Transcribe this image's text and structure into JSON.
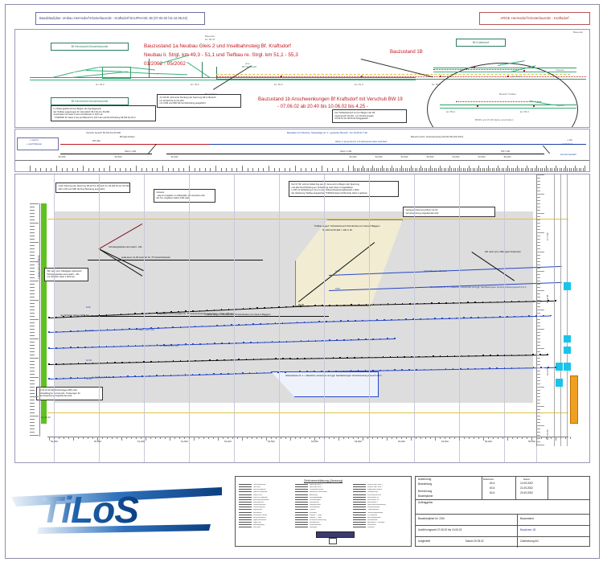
{
  "sheet": {
    "header_title": "Bauablaufplan: Umbau Hermsdorf-Klosterlausnitz - Kraftsdorf BAUPHASE 1B (07.06.02 bis 10.06.02)",
    "arge_label": "ARGE Hermsdorf-Klosterlausnitz - Kraftsdorf"
  },
  "schematic": {
    "title_1a_line1": "Bauzustand 1a    Neubau Gleis 2 und Inselbahnsteig Bf. Kraftsdorf",
    "title_1a_line2": "Neubau li. Strgl. km 49,3 - 51,1 und Tiefbau re. Strgl. km 51,1 - 55,3",
    "title_1a_line3": "01/2002 - 05/2002",
    "title_1b_line1": "Bauzustand 1b   Anschwenkungen Bf Kraftsdorf mit Verschub BW 19",
    "title_1b_line2": "- 07.06.02 ab 20.40 bis 10.06.02 bis 4.25 -",
    "station_top": "Bf Hermsdorf-Klosterlausnitz",
    "station_bottom": "Bf Hermsdorf-Klosterlausnitz",
    "bauanfang_label": "Bauanfang",
    "bauanfang_km": "km 49,324",
    "ellipse_label": "Bauzustand 1B",
    "ellipse_station": "Bf Kraftsdorf",
    "ellipse_toeppeln_1": "Töppeln",
    "ellipse_toeppeln_2": "Töppeln",
    "ellipse_bauende": "Bauende",
    "ellipse_bauende_km": "km 55,31",
    "oberleitung_note_1": "prov.",
    "oberleitung_note_2": "Bk Oberleitstf",
    "note_left": [
      "Im Wirkungsfeld wird es Beginn der Sgl abgesetzt",
      "der Tiefbau-Lagerungen für Hermsdorf 49,3 bis km 49,290;",
      "Anschnitten für Gleis Cross und Bereich Li 1971 ab",
      "- TOM/SSP für Gleis 2 bau und Bereich Li 1971 ab und Durchbindung 49,034 bis 51,0"
    ],
    "note_center": [
      "Am 06.06. wird unter Deckung der Sperrung 1B im Bereich",
      "km 49,324 bis km 51,200",
      "mit COM und SSP die Durchbindung ausgeführt"
    ],
    "note_right": [
      "Der Tiefbaubereich ist zum Beginn der 1B",
      "begl.bereich 49,191 - km 49,324 ausgeb.",
      "03.06.01 bis 06.06.02 fertiggestellt"
    ],
    "km_marks": [
      "km 49,0",
      "km 49,5",
      "km 50,0",
      "km 51,0",
      "km 52,0",
      "km 53,0",
      "km 54,0",
      "km 55,0"
    ]
  },
  "kmband": {
    "left_note_1": "+ nach li.",
    "left_note_2": "+ nach Weimar",
    "task_red": "Vorschu  bereich 50,163 bis 50,300",
    "task_red_2": "BV lgR-Aufbau",
    "task_blue": "Bauhalten für Oberbau, Gleisanlage Gl. 2 - gesamter Bereich - km 03.06.02 7.00",
    "task_blue_2": "Oberl. 2 (neu) bis km 1.8 GE bereits Gleis mehrfach",
    "task_black_1": "Gleis 1 (alt)",
    "task_black_2": "Gleis 1 (alt)",
    "task_black_3": "W17 (alt)",
    "task_black_4": "W2 (alt)",
    "right_note_1": "Bereich rechn. Verschwenkung 50,001-56,230  3/3m)",
    "right_note_2": "+ Gth",
    "right_note_3": "+ nach Gera",
    "right_note_4": "Zur Fernverkehr",
    "ruler_labels": [
      "50,000",
      "50,500",
      "51,000",
      "52,000",
      "52,500",
      "53,000",
      "53,500",
      "54,000",
      "54,500",
      "55,000"
    ]
  },
  "chart": {
    "left_axis_label": "Trassierung-Ort-Kilom.",
    "green_band_label": "km 49,30",
    "tasks": [
      {
        "label": "Unter Deckung der Sperrung 1B wird im Bereich km 49,324 bis km 51,500",
        "label2": "AW U-Off und SSP die Durchbindung ausgeführt"
      },
      {
        "label": "Hinweis:",
        "label2": "- alle km Angaben im Ablaufplan 1B verstehen sich",
        "label3": "als Tra.-Angaben haben ACE weft."
      },
      {
        "label": "Der 07.06. wird an Stelle Zug aus B. Gera und zu Beginn der Sperrung",
        "label2": "und alle Durchbindung am Schließung nach Gleis 2 angeblieben",
        "label3": "U-Off mit Schließung 1 bis 4 in den Vollverschwenkungsbereich 1 ARG",
        "label4": "der Arbeitszug  Tiefbau-Hauptarbeit TOM/Schotterpl.ASD beide Gleis 2 gehören"
      }
    ],
    "annotations": [
      "W1 nach prov. Mittelgleis freibereich",
      "Schottergleisbau Hermsdorf - 29v",
      "nur Schotter Gleis 1 ESS bei -",
      "1. Seite  (2,417  2h)",
      "2. Seite  (2,417  2h)",
      "Tiefbau eingeh. Schotterbereich Schotterbau  von Gleis 2 Baggern",
      "56,230 bis 56,300 = 130 m  2h.",
      "spätestens 11.00 Ausfahrt Nr. 75 Verkehrsbetrieb",
      "spätestens 14.00 Ausfahrt Nr. 75 Verkehrsbetrieb Leerwagen - Gleis 1 Bf Gera -",
      "Verlegung Sperrung 1B km 21,2h",
      "Schwellbeginn 2B Wzb",
      "ab 04.10.02 die Schotterlagen BPe wird",
      "Schwellbeginn Service-Gls. Trassungen für",
      "Verschwenkung eingeblendet wird",
      "Gleisschluss Gl. 1 + Maschine verwendet und ggf. Sachleistungen  Verschwenkung bereich 3,3 h"
    ],
    "day_labels": [
      "Fr 7.06",
      "Sa 8.06",
      "So 9.06",
      "Mo 10.06"
    ],
    "time_labels": [
      "20.40",
      "0.00",
      "4.00",
      "8.00",
      "12.00",
      "16.00",
      "20.00",
      "0.00",
      "4.25"
    ],
    "bottom_axis_labels": [
      "50,000",
      "50,500",
      "51,000",
      "51,500",
      "52,000",
      "52,500",
      "53,000",
      "53,500",
      "54,000",
      "54,500",
      "55,000",
      "55,500"
    ],
    "accent_colors": {
      "green": "#5fc11f",
      "blue": "#2546c7",
      "red": "#c0171e",
      "cyan": "#18c4e8",
      "orange": "#f0a020",
      "beige": "#f2ecd2"
    }
  },
  "legend": {
    "title": "Zeichenerklärung (Auszug)",
    "col1": [
      "Gleis  bestehend",
      "Gleis  neu",
      "Gleis  rückgebaut",
      "Weiche bestehend",
      "Weiche  neu",
      "Weiche  rückgebaut",
      "Bahnsteig  bestehend",
      "Bahnsteig  neu",
      "Oberleitung  best.",
      "Oberleitung  neu",
      "Kabeltrasse",
      "Baustrasse",
      "Stützwand / Mauer",
      "Brückenbauwerk",
      "Signal bestehend",
      "Signal neu",
      "Bahnübergang",
      "Durchlass"
    ],
    "col2": [
      "Sperrung Gleis 1",
      "Sperrung Gleis 2",
      "Langsamfahrstelle",
      "Betriebliche Maßnahme",
      "Arbeitszug",
      "Zweiwegebagger",
      "Schotterwagen",
      "Gleisbauzug",
      "Stopfmaschine",
      "Schotterpflug",
      "Planum",
      "Schottern",
      "Stopfen 1. Lage",
      "Stopfen 2. Lage",
      "Schienenschweissung",
      "Endabnahme",
      "Inbetriebnahme",
      "Übergabe"
    ],
    "col3": [
      "Verkehr über Gleis 1",
      "Verkehr über Gleis 2",
      "Eingleisiger Betrieb",
      "Totalsperrung",
      "Ersatzverkehr Bus",
      "Bauzustand 1a",
      "Bauzustand 1b",
      "Bauzustand 2",
      "Weichenverschwenkung",
      "Oberbauarbeiten",
      "Tiefbauarbeiten",
      "Oberleitungsarbeiten",
      "LST-Arbeiten",
      "Bahnsteigarbeiten",
      "Kabelarbeiten",
      "Abnahmen / Prüfungen",
      "Meilenstein",
      "Pufferzeit"
    ]
  },
  "titleblock": {
    "rows": [
      {
        "role": "Ausführung",
        "person": "60 A",
        "date": "14.05.2002"
      },
      {
        "role": "Bearbeitung",
        "person": "60 A",
        "date": "21.05.2002"
      },
      {
        "role": "Berechnung",
        "person": "60 A",
        "date": "24.05.2002"
      },
      {
        "role": "Bauleitplaner",
        "person": "",
        "date": ""
      },
      {
        "role": "Auftraggeber",
        "person": "",
        "date": ""
      }
    ],
    "col_person": "Mitarbeiter",
    "col_date": "Datum",
    "plan_no_label": "Bauablaufplan Nr. 23/A",
    "phase_label": "Bauzustand",
    "exec_label": "Ausführungszeit 07.06.02 bis 10.06.02",
    "phase_value": "Bauphase 1B",
    "aufgestellt_label": "Aufgestellt",
    "datum_label": "Datum  29.05.02",
    "zustimmung_label": "Zustimmung AG"
  }
}
